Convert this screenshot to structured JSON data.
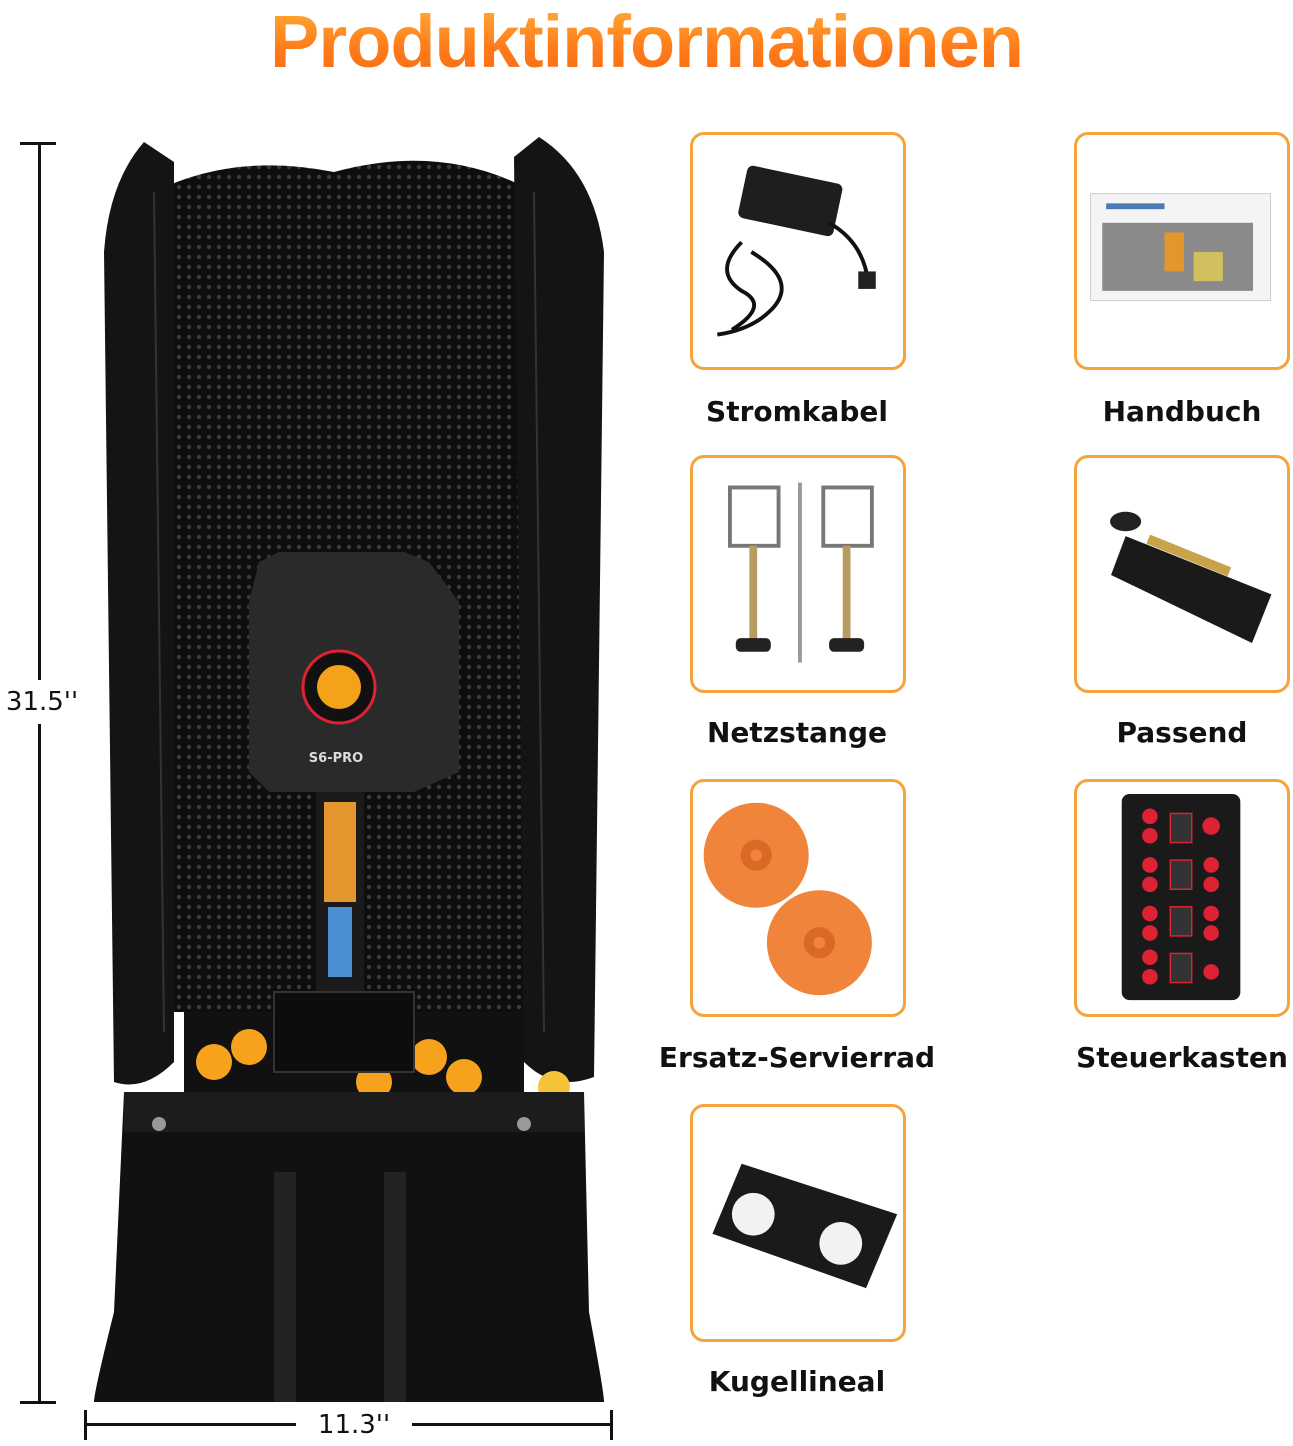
{
  "title": "Produktinformationen",
  "dimensions": {
    "height": "31.5''",
    "width": "11.3''"
  },
  "machine": {
    "model": "S6-PRO"
  },
  "accessories": [
    {
      "label": "Stromkabel",
      "icon": "power-adapter-icon"
    },
    {
      "label": "Handbuch",
      "icon": "manual-icon"
    },
    {
      "label": "Netzstange",
      "icon": "net-post-icon"
    },
    {
      "label": "Passend",
      "icon": "clamp-icon"
    },
    {
      "label": "Ersatz-Servierrad",
      "icon": "serving-wheel-icon"
    },
    {
      "label": "Steuerkasten",
      "icon": "control-box-icon"
    },
    {
      "label": "Kugellineal",
      "icon": "ball-gauge-icon"
    }
  ],
  "colors": {
    "accent": "#ff7f1e",
    "card_border": "#f3a43a",
    "wheel": "#f0843a"
  }
}
